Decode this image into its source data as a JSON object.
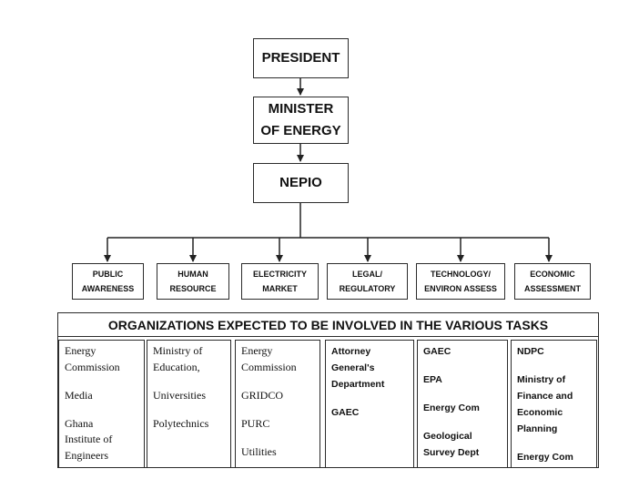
{
  "hierarchy": {
    "president": "PRESIDENT",
    "minister_line1": "MINISTER",
    "minister_line2": "OF ENERGY",
    "nepio": "NEPIO"
  },
  "tasks": [
    {
      "line1": "PUBLIC",
      "line2": "AWARENESS"
    },
    {
      "line1": "HUMAN",
      "line2": "RESOURCE"
    },
    {
      "line1": "ELECTRICITY",
      "line2": "MARKET"
    },
    {
      "line1": "LEGAL/",
      "line2": "REGULATORY"
    },
    {
      "line1": "TECHNOLOGY/",
      "line2": "ENVIRON ASSESS"
    },
    {
      "line1": "ECONOMIC",
      "line2": "ASSESSMENT"
    }
  ],
  "organizations": {
    "header": "ORGANIZATIONS EXPECTED TO BE INVOLVED IN THE VARIOUS TASKS",
    "columns": [
      [
        "Energy\nCommission",
        "Media",
        "Ghana\nInstitute of\nEngineers"
      ],
      [
        "Ministry of\nEducation,",
        "Universities",
        "Polytechnics"
      ],
      [
        "Energy\nCommission",
        "GRIDCO",
        "PURC",
        "Utilities"
      ],
      [
        "Attorney\nGeneral's\nDepartment",
        "GAEC"
      ],
      [
        "GAEC",
        "EPA",
        "Energy Com",
        "Geological\nSurvey Dept"
      ],
      [
        "NDPC",
        "Ministry of\nFinance and\nEconomic\nPlanning",
        "Energy Com"
      ]
    ]
  }
}
